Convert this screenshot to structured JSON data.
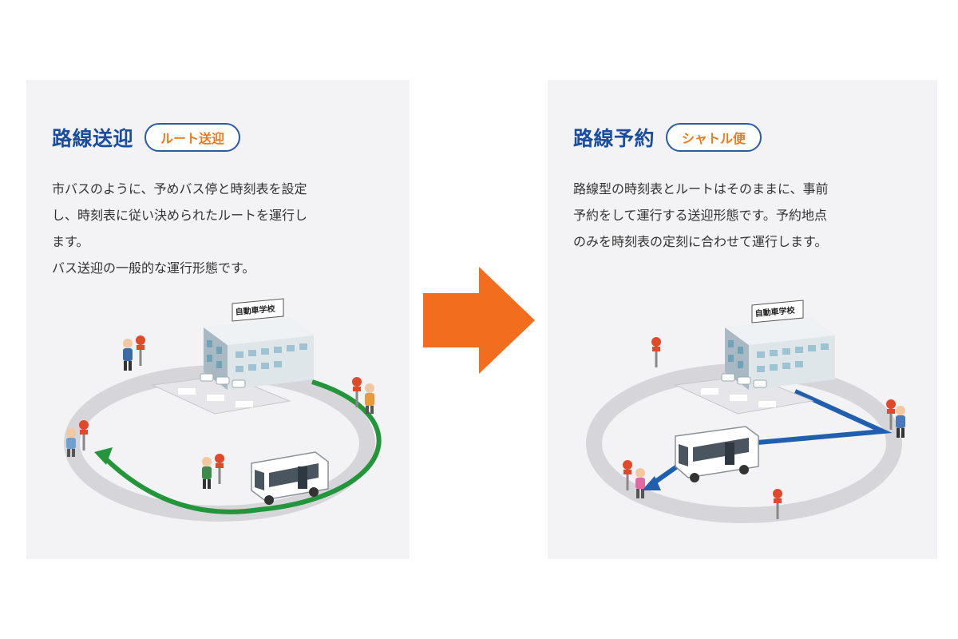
{
  "colors": {
    "title": "#1a4d9e",
    "badge_text": "#ef7a1a",
    "badge_border": "#2b5aa8",
    "panel_bg": "#f3f3f5",
    "arrow": "#f26d1d",
    "route_green": "#23963c",
    "route_blue": "#1f5fae"
  },
  "left_panel": {
    "title": "路線送迎",
    "badge": "ルート送迎",
    "desc_lines": [
      "市バスのように、予めバス停と時刻表を設定",
      "し、時刻表に従い決められたルートを運行し",
      "ます。",
      "バス送迎の一般的な運行形態です。"
    ],
    "building_sign": "自動車学校"
  },
  "right_panel": {
    "title": "路線予約",
    "badge": "シャトル便",
    "desc_lines": [
      "路線型の時刻表とルートはそのままに、事前",
      "予約をして運行する送迎形態です。予約地点",
      "のみを時刻表の定刻に合わせて運行します。"
    ],
    "building_sign": "自動車学校"
  },
  "icons": {
    "transition": "arrow-right-icon",
    "bus": "bus-icon",
    "bus_stop": "bus-stop-icon",
    "person": "person-icon",
    "school": "school-building-icon"
  }
}
